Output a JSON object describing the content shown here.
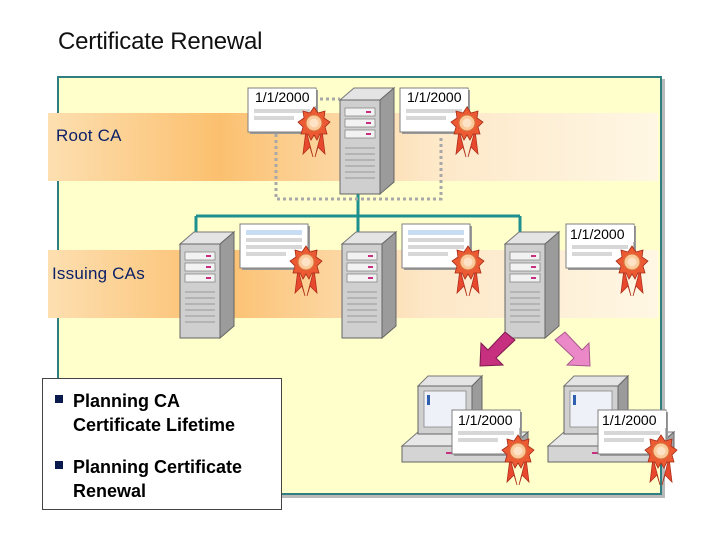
{
  "title": "Certificate Renewal",
  "bands": {
    "root": "Root CA",
    "issuing": "Issuing CAs"
  },
  "certificates": {
    "root_left": "1/1/2000",
    "root_right": "1/1/2000",
    "issuing_right": "1/1/2000",
    "client_left": "1/1/2000",
    "client_right": "1/1/2000"
  },
  "bullets": [
    {
      "line1": "Planning CA",
      "line2": "Certificate Lifetime"
    },
    {
      "line1": "Planning Certificate",
      "line2": "Renewal"
    }
  ],
  "colors": {
    "connector": "#1f9090",
    "panel_border": "#2f7f80",
    "ribbon": "#e8492e",
    "arrow_left": "#c7307f",
    "arrow_right": "#ea88c8"
  }
}
